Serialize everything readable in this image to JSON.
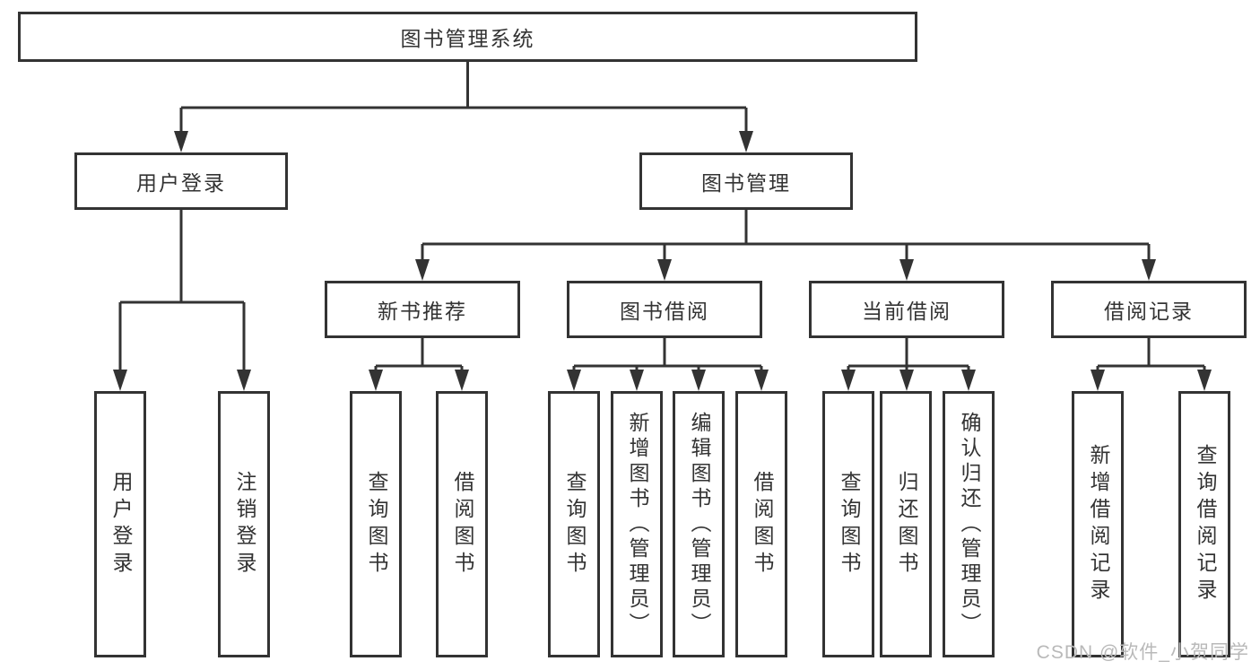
{
  "diagram": {
    "title": "图书管理系统",
    "level1": [
      "用户登录",
      "图书管理"
    ],
    "level2": [
      "新书推荐",
      "图书借阅",
      "当前借阅",
      "借阅记录"
    ],
    "leaves": {
      "userLogin": [
        "用户登录",
        "注销登录"
      ],
      "newBook": [
        "查询图书",
        "借阅图书"
      ],
      "bookBorrow": [
        "查询图书",
        "新增图书（管理员）",
        "编辑图书（管理员）",
        "借阅图书"
      ],
      "currentBorrow": [
        "查询图书",
        "归还图书",
        "确认归还（管理员）"
      ],
      "borrowRecord": [
        "新增借阅记录",
        "查询借阅记录"
      ]
    },
    "watermark": "CSDN @软件_小贺同学",
    "colors": {
      "line": "#333333",
      "text": "#333333",
      "box_background": "#ffffff",
      "watermark": "#b9b9b9",
      "page_background": "#ffffff"
    }
  }
}
